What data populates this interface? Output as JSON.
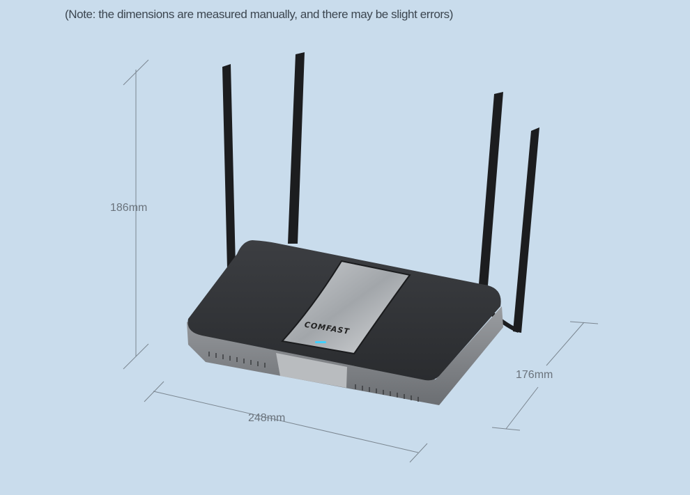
{
  "note": "(Note: the dimensions are measured manually, and there may be slight errors)",
  "dimensions": {
    "height": "186mm",
    "width": "248mm",
    "depth": "176mm"
  },
  "product": {
    "brand_logo": "COMFAST"
  },
  "colors": {
    "background": "#c9dcec",
    "dimension_line": "#7b8690",
    "led": "#3fd0ff"
  }
}
